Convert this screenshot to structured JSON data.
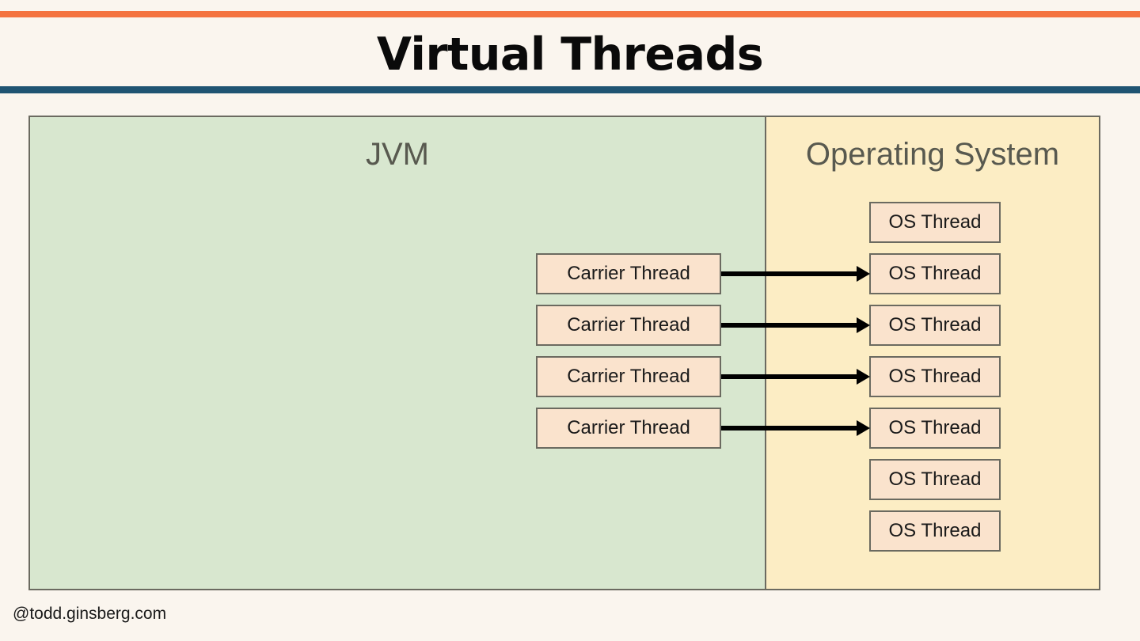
{
  "slide": {
    "title": "Virtual Threads",
    "footer_handle": "@todd.ginsberg.com",
    "colors": {
      "background": "#faf5ee",
      "rule_top": "#f4733f",
      "rule_bottom": "#1f5472",
      "jvm_zone": "#d8e7cf",
      "os_zone": "#fcedc4",
      "thread_box": "#fae3cd",
      "box_border": "#6b6a60",
      "zone_label_text": "#58594f",
      "arrow": "#000000"
    }
  },
  "diagram": {
    "zones": [
      {
        "id": "jvm",
        "label": "JVM"
      },
      {
        "id": "os",
        "label": "Operating System"
      }
    ],
    "carrier_threads": [
      {
        "label": "Carrier Thread"
      },
      {
        "label": "Carrier Thread"
      },
      {
        "label": "Carrier Thread"
      },
      {
        "label": "Carrier Thread"
      }
    ],
    "os_threads": [
      {
        "label": "OS Thread"
      },
      {
        "label": "OS Thread"
      },
      {
        "label": "OS Thread"
      },
      {
        "label": "OS Thread"
      },
      {
        "label": "OS Thread"
      },
      {
        "label": "OS Thread"
      },
      {
        "label": "OS Thread"
      }
    ],
    "mappings": [
      {
        "from": "carrier-thread-1",
        "to": "os-thread-2"
      },
      {
        "from": "carrier-thread-2",
        "to": "os-thread-3"
      },
      {
        "from": "carrier-thread-3",
        "to": "os-thread-4"
      },
      {
        "from": "carrier-thread-4",
        "to": "os-thread-5"
      }
    ]
  }
}
